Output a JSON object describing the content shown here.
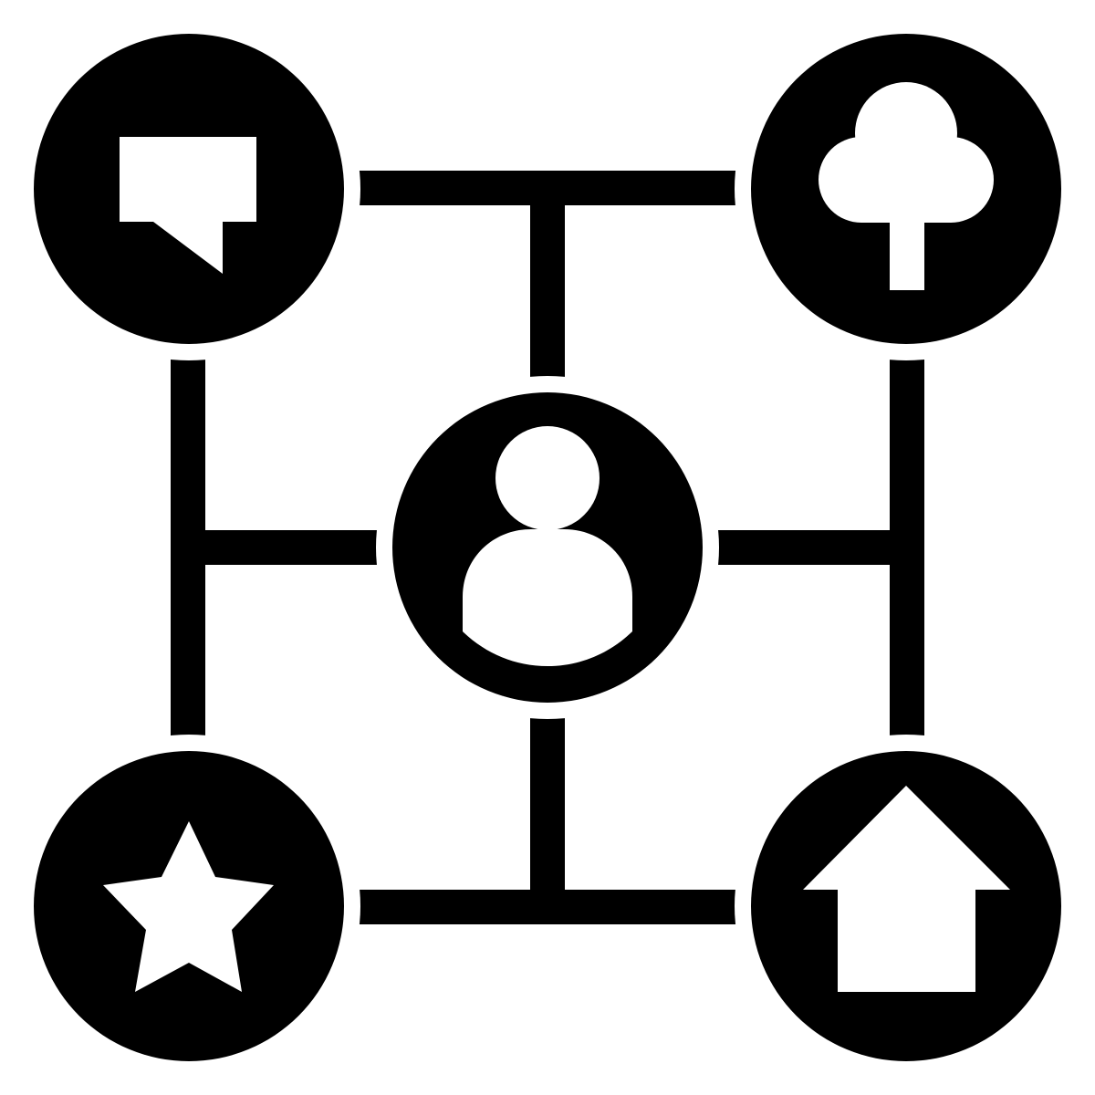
{
  "colors": {
    "foreground": "#000000",
    "background": "#ffffff"
  },
  "nodes": [
    {
      "id": "chat",
      "icon": "chat-bubble-icon"
    },
    {
      "id": "tree",
      "icon": "tree-icon"
    },
    {
      "id": "user",
      "icon": "user-icon"
    },
    {
      "id": "star",
      "icon": "star-icon"
    },
    {
      "id": "home",
      "icon": "home-icon"
    }
  ],
  "connections": [
    [
      "chat",
      "tree"
    ],
    [
      "chat",
      "star"
    ],
    [
      "tree",
      "home"
    ],
    [
      "star",
      "home"
    ],
    [
      "user",
      "top-edge"
    ],
    [
      "user",
      "bottom-edge"
    ],
    [
      "user",
      "left-edge"
    ],
    [
      "user",
      "right-edge"
    ]
  ]
}
